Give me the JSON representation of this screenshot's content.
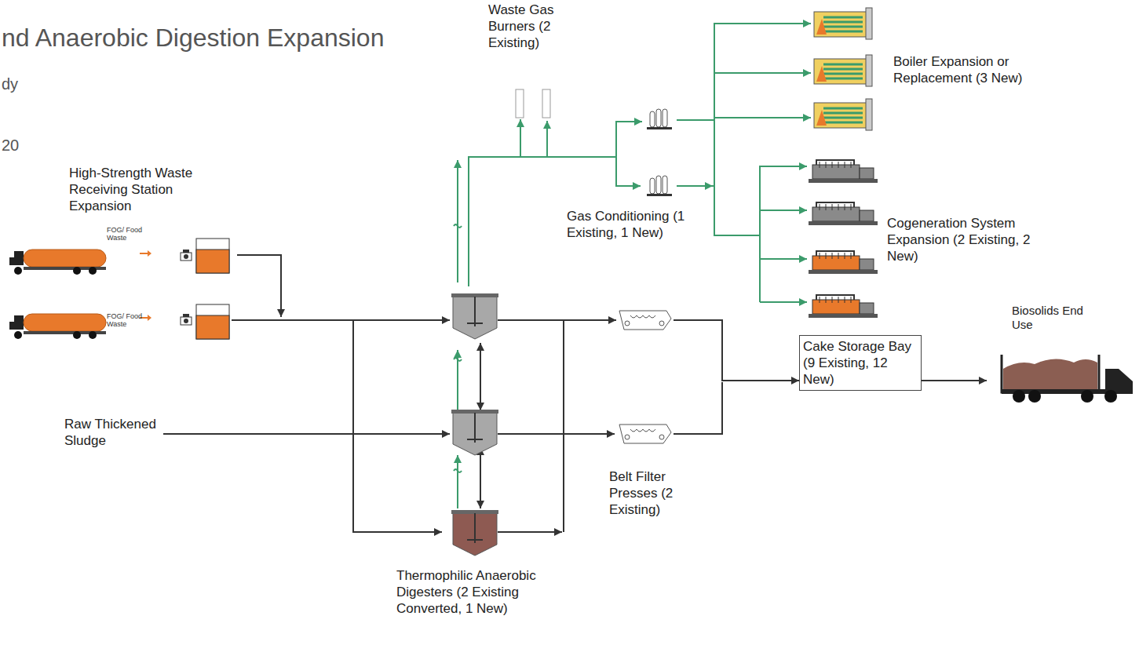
{
  "diagram": {
    "title": "nd Anaerobic Digestion Expansion",
    "nodes": [
      {
        "text": [
          "High-Strength Waste Receiving Station Expansion"
        ]
      },
      {
        "text": [
          "Raw Thickened Sludge"
        ]
      },
      {
        "text": [
          "Thermophilic Anaerobic Digesters (2 Existing Converted, 1 New)"
        ]
      },
      {
        "text": [
          "Waste Gas Burners (2 Existing)"
        ]
      },
      {
        "text": [
          "Gas Conditioning (1 Existing, 1 New)"
        ]
      },
      {
        "text": [
          "Boiler Expansion or Replacement (3 New)"
        ]
      },
      {
        "text": [
          "Cogeneration System Expansion (2 Existing, 2 New)"
        ]
      },
      {
        "text": [
          "Belt Filter Presses (2 Existing)"
        ]
      },
      {
        "text": [
          "Cake Storage Bay (9 Existing, 12 New)"
        ]
      },
      {
        "text": [
          "Biosolids End Use"
        ]
      }
    ],
    "edges": [
      {
        "from": 0,
        "to": 2,
        "arrow": "to"
      },
      {
        "from": 1,
        "to": 2,
        "arrow": "to"
      },
      {
        "from": 2,
        "to": 3,
        "arrow": "to"
      },
      {
        "from": 2,
        "to": 4,
        "arrow": "to"
      },
      {
        "from": 4,
        "to": 5,
        "arrow": "to"
      },
      {
        "from": 4,
        "to": 6,
        "arrow": "to"
      },
      {
        "from": 2,
        "to": 7,
        "arrow": "to"
      },
      {
        "from": 7,
        "to": 8,
        "arrow": "to"
      },
      {
        "from": 8,
        "to": 9,
        "arrow": "to"
      }
    ],
    "labels": [
      "dy",
      "20",
      "FOG/ Food Waste",
      "FOG/ Food Waste"
    ]
  }
}
